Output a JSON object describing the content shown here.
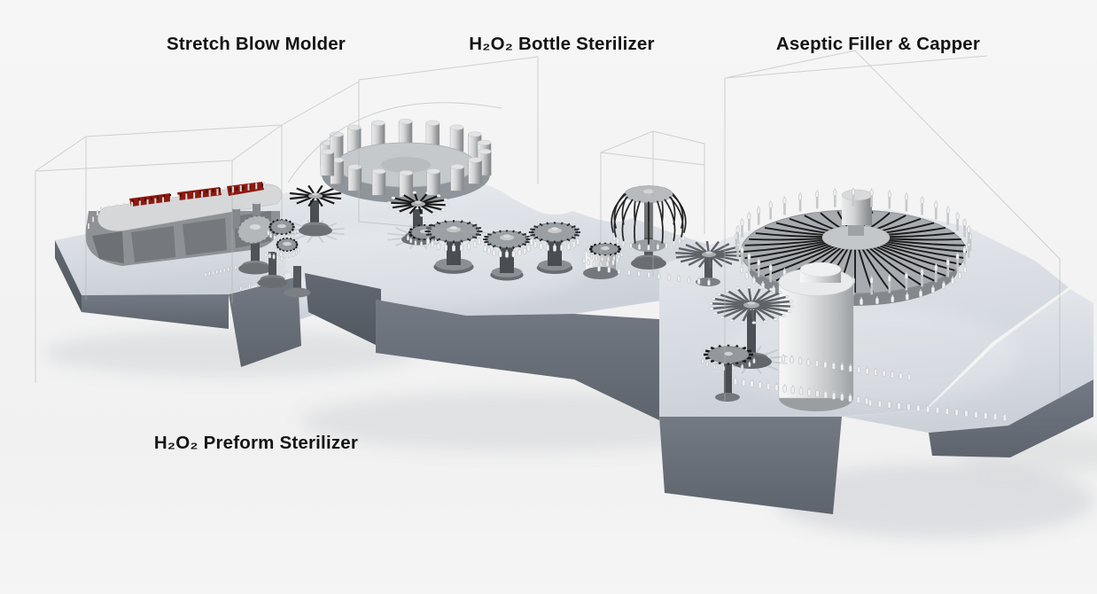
{
  "labels": {
    "stretch_blow_molder": "Stretch Blow Molder",
    "bottle_sterilizer": "H₂O₂ Bottle Sterilizer",
    "aseptic_filler_capper": "Aseptic Filler & Capper",
    "preform_sterilizer": "H₂O₂ Preform Sterilizer"
  },
  "colors": {
    "background": "#f4f4f4",
    "platform_top": "#d6dae0",
    "platform_side": "#666c75",
    "machine_light": "#d6d7d9",
    "machine_mid": "#9ba0a4",
    "machine_dark": "#4a4e52",
    "spoke_black": "#1b1b1b",
    "spoke_gray": "#5f6367",
    "accent_red": "#8e1a10",
    "bottle_white": "#eff0f1",
    "wireframe": "#b0b3b3",
    "label_text": "#141414"
  }
}
